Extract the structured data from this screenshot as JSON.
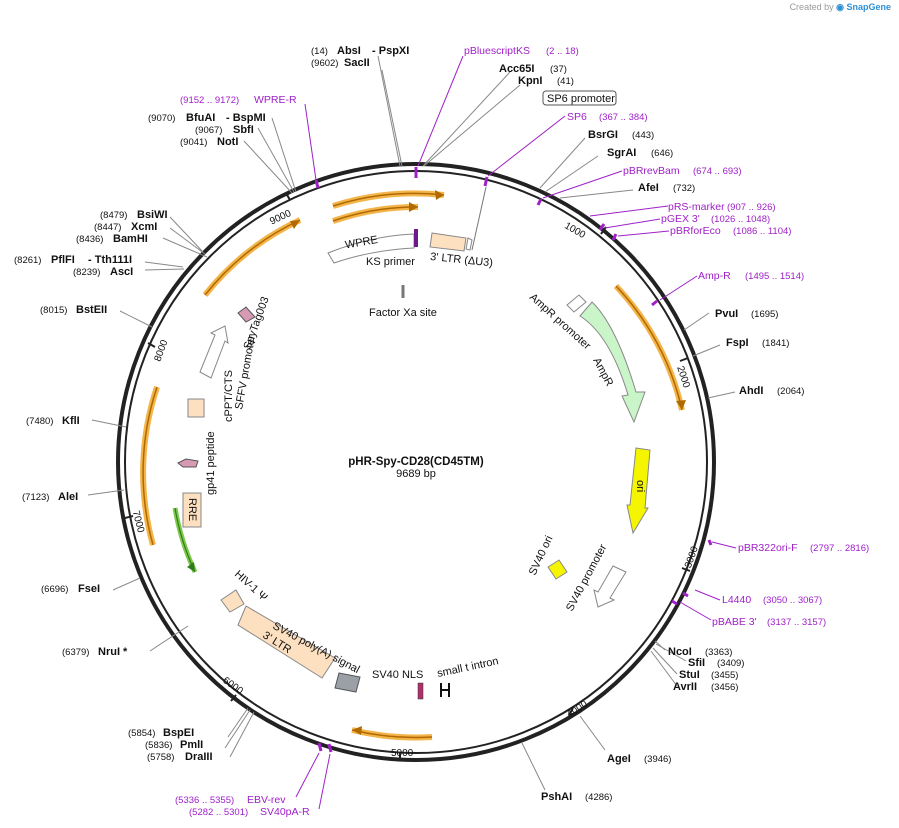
{
  "brand": {
    "prefix": "Created by",
    "name": "SnapGene"
  },
  "plasmid": {
    "name": "pHR-Spy-CD28(CD45TM)",
    "size": "9689 bp"
  },
  "ticks": [
    "1000",
    "2000",
    "3000",
    "4000",
    "5000",
    "6000",
    "7000",
    "8000",
    "9000"
  ],
  "sites": [
    {
      "name": "AbsI",
      "pos": "(14)"
    },
    {
      "name": "PspXI",
      "pos": ""
    },
    {
      "name": "SacII",
      "pos": "(9602)"
    },
    {
      "name": "Acc65I",
      "pos": "(37)"
    },
    {
      "name": "KpnI",
      "pos": "(41)"
    },
    {
      "name": "BsrGI",
      "pos": "(443)"
    },
    {
      "name": "SgrAI",
      "pos": "(646)"
    },
    {
      "name": "AfeI",
      "pos": "(732)"
    },
    {
      "name": "PvuI",
      "pos": "(1695)"
    },
    {
      "name": "FspI",
      "pos": "(1841)"
    },
    {
      "name": "AhdI",
      "pos": "(2064)"
    },
    {
      "name": "NcoI",
      "pos": "(3363)"
    },
    {
      "name": "SfiI",
      "pos": "(3409)"
    },
    {
      "name": "StuI",
      "pos": "(3455)"
    },
    {
      "name": "AvrII",
      "pos": "(3456)"
    },
    {
      "name": "AgeI",
      "pos": "(3946)"
    },
    {
      "name": "PshAI",
      "pos": "(4286)"
    },
    {
      "name": "BspEI",
      "pos": "(5854)"
    },
    {
      "name": "PmlI",
      "pos": "(5836)"
    },
    {
      "name": "DraIII",
      "pos": "(5758)"
    },
    {
      "name": "NruI *",
      "pos": "(6379)"
    },
    {
      "name": "FseI",
      "pos": "(6696)"
    },
    {
      "name": "AleI",
      "pos": "(7123)"
    },
    {
      "name": "KflI",
      "pos": "(7480)"
    },
    {
      "name": "BstEII",
      "pos": "(8015)"
    },
    {
      "name": "PflFI",
      "pos": "(8261)"
    },
    {
      "name": "Tth111I",
      "pos": ""
    },
    {
      "name": "AscI",
      "pos": "(8239)"
    },
    {
      "name": "BsiWI",
      "pos": "(8479)"
    },
    {
      "name": "XcmI",
      "pos": "(8447)"
    },
    {
      "name": "BamHI",
      "pos": "(8436)"
    },
    {
      "name": "BfuAI",
      "pos": "(9070)"
    },
    {
      "name": "BspMI",
      "pos": ""
    },
    {
      "name": "SbfI",
      "pos": "(9067)"
    },
    {
      "name": "NotI",
      "pos": "(9041)"
    }
  ],
  "primers": [
    {
      "name": "pBluescriptKS",
      "pos": "(2 .. 18)"
    },
    {
      "name": "SP6",
      "pos": "(367 .. 384)"
    },
    {
      "name": "pBRrevBam",
      "pos": "(674 .. 693)"
    },
    {
      "name": "pRS-marker",
      "pos": "(907 .. 926)"
    },
    {
      "name": "pGEX 3'",
      "pos": "(1026 .. 1048)"
    },
    {
      "name": "pBRforEco",
      "pos": "(1086 .. 1104)"
    },
    {
      "name": "Amp-R",
      "pos": "(1495 .. 1514)"
    },
    {
      "name": "pBR322ori-F",
      "pos": "(2797 .. 2816)"
    },
    {
      "name": "L4440",
      "pos": "(3050 .. 3067)"
    },
    {
      "name": "pBABE 3'",
      "pos": "(3137 .. 3157)"
    },
    {
      "name": "EBV-rev",
      "pos": "(5336 .. 5355)"
    },
    {
      "name": "SV40pA-R",
      "pos": "(5282 .. 5301)"
    },
    {
      "name": "WPRE-R",
      "pos": "(9152 .. 9172)"
    }
  ],
  "features": {
    "sp6_promoter": "SP6 promoter",
    "wpre": "WPRE",
    "ks_primer": "KS primer",
    "ltr3_du3": "3' LTR (ΔU3)",
    "factor_xa": "Factor Xa site",
    "ampr_promoter": "AmpR promoter",
    "ampr": "AmpR",
    "ori": "ori",
    "sv40_ori": "SV40 ori",
    "sv40_promoter": "SV40 promoter",
    "small_t_intron": "small t intron",
    "sv40_nls": "SV40 NLS",
    "sv40_polya": "SV40 poly(A) signal",
    "ltr3": "3' LTR",
    "hiv_psi": "HIV-1 Ψ",
    "rre": "RRE",
    "gp41": "gp41 peptide",
    "cppt": "cPPT/CTS",
    "sffv": "SFFV promoter",
    "spytag": "SpyTag003"
  },
  "colors": {
    "backbone": "#222222",
    "primer": "#a020c8",
    "orf_outline": "#f3b44a",
    "orf_inner": "#b06a00",
    "ampr_fill": "#c9f5c9",
    "ori_fill": "#f5f500",
    "ltr_fill": "#fde0c0",
    "grey_fill": "#9aa0a6",
    "pink_fill": "#d79ab5"
  }
}
